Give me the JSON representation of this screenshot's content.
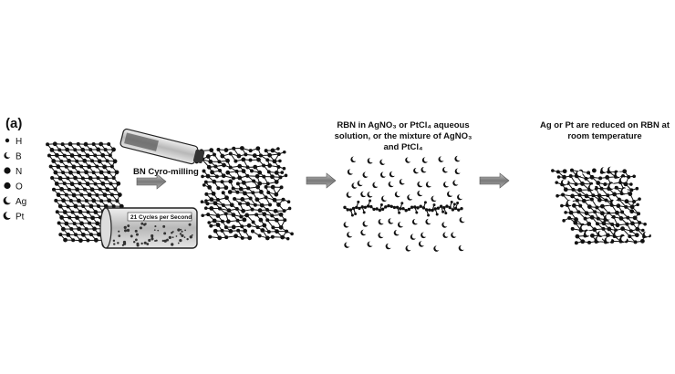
{
  "panel_label": "(a)",
  "legend": [
    {
      "symbol": "H",
      "icon": "dot-small"
    },
    {
      "symbol": "B",
      "icon": "crescent"
    },
    {
      "symbol": "N",
      "icon": "dot-filled"
    },
    {
      "symbol": "O",
      "icon": "dot-filled"
    },
    {
      "symbol": "Ag",
      "icon": "crescent-large"
    },
    {
      "symbol": "Pt",
      "icon": "crescent-large"
    }
  ],
  "milling_label": "BN Cyro-milling",
  "tube_label": "21 Cycles per Second",
  "arrow_text": "",
  "step2_lines": [
    "RBN in AgNO₃ or PtCl₄ aqueous",
    "solution, or the mixture of AgNO₃",
    "and PtCl₄"
  ],
  "step3_lines": [
    "Ag or Pt are reduced on RBN at",
    "room temperature"
  ],
  "colors": {
    "ink": "#111111",
    "arrow": "#8a8a8a",
    "tube": "#bdbdbd"
  }
}
